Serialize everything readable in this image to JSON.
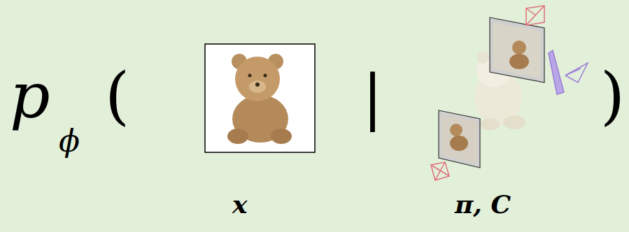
{
  "diagram": {
    "labels": [
      "p",
      "ϕ",
      "(",
      "|",
      ")",
      "x",
      "π, C"
    ]
  }
}
